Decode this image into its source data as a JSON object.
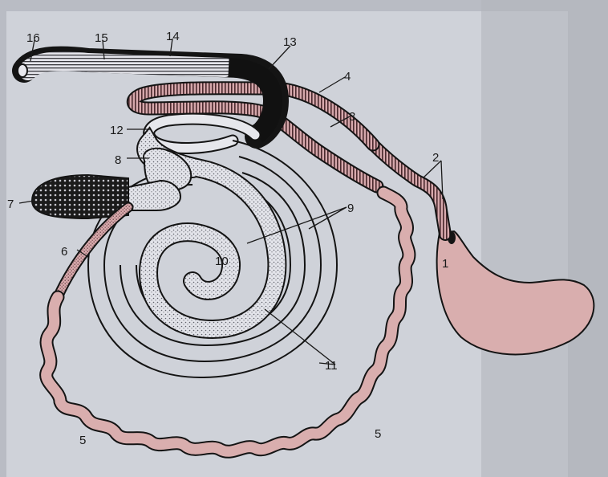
{
  "figure": {
    "labels": {
      "l1": "1",
      "l2": "2",
      "l3": "3",
      "l4": "4",
      "l5a": "5",
      "l5b": "5",
      "l6": "6",
      "l7": "7",
      "l8": "8",
      "l9": "9",
      "l10": "10",
      "l11": "11",
      "l12": "12",
      "l13": "13",
      "l14": "14",
      "l15": "15",
      "l16": "16"
    }
  },
  "colors": {
    "paper": "#b9bcc4",
    "page_light": "#d3d6dd",
    "intestine_pink": "#d9aeae",
    "outline": "#141414",
    "dark_band": "#111111",
    "stripe_pink": "#c99a9e",
    "stipple": "#9a9ca4"
  }
}
